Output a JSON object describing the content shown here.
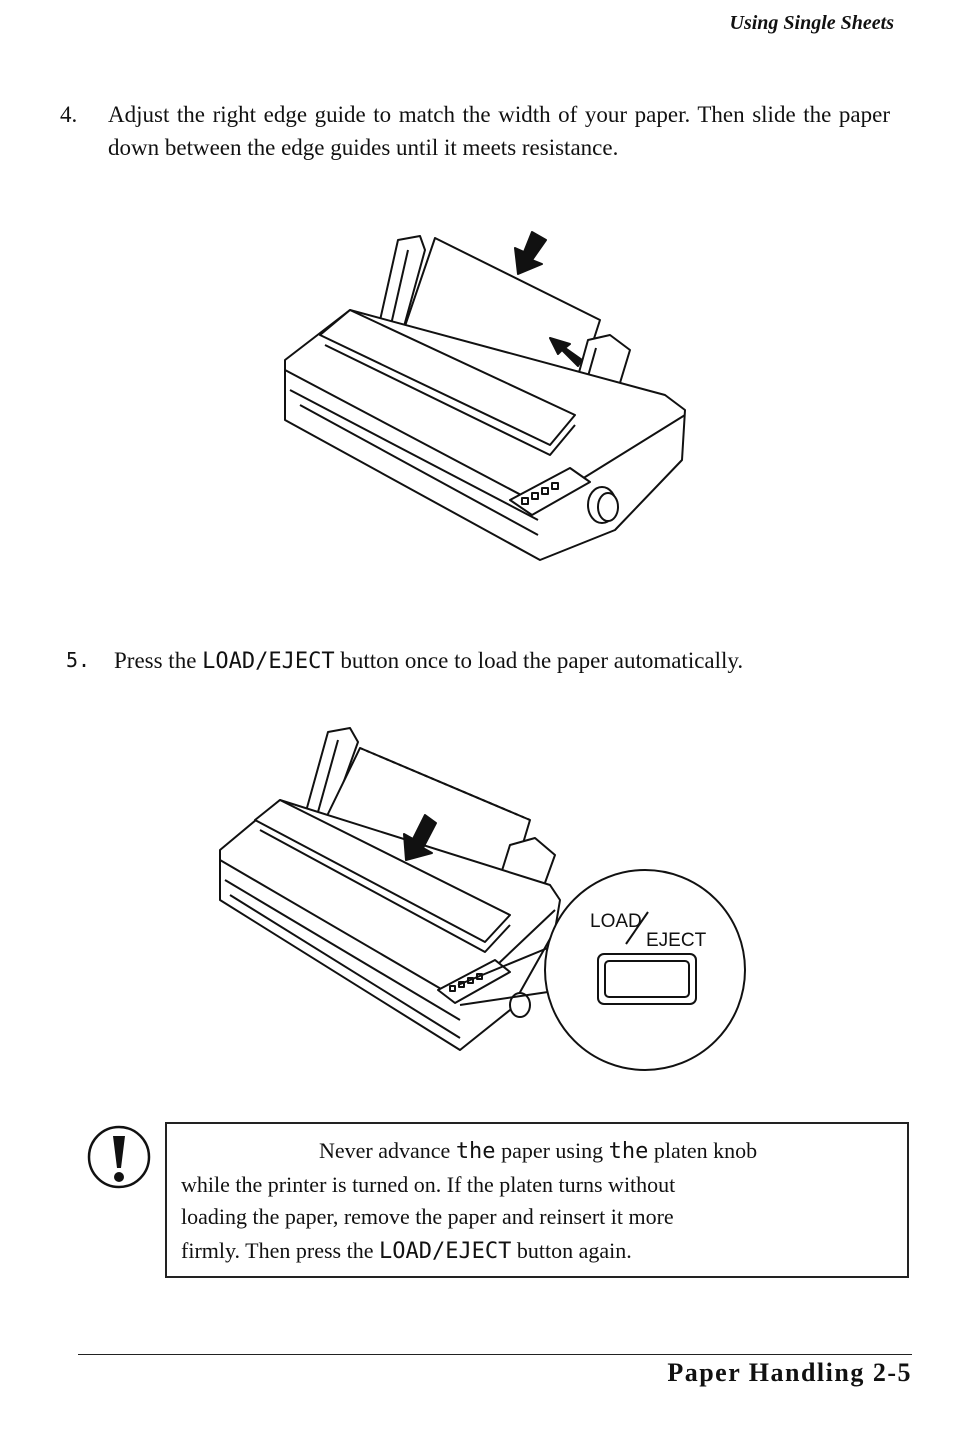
{
  "header": {
    "section_title": "Using Single Sheets"
  },
  "steps": [
    {
      "number": "4.",
      "text": "Adjust the right edge guide to match the width of your paper. Then slide the paper down between the edge guides until it meets resistance."
    },
    {
      "number": "5.",
      "text_before": "Press the",
      "button_name": "LOAD/EJECT",
      "text_after": "button once to load the paper automatically."
    }
  ],
  "illustrations": {
    "panel_labels": {
      "load": "LOAD",
      "eject": "EJECT"
    }
  },
  "caution": {
    "icon": "exclamation-icon",
    "line1_a": "Never advance",
    "line1_b": "the",
    "line1_c": "paper using",
    "line1_d": "the",
    "line1_e": "platen knob",
    "line2": "while the printer is turned on. If the platen turns without",
    "line3": "loading the paper, remove the paper and reinsert it more",
    "line4_a": "firmly. Then press the",
    "line4_b": "LOAD/EJECT",
    "line4_c": "button again."
  },
  "footer": {
    "page_label": "Paper Handling 2-5"
  }
}
